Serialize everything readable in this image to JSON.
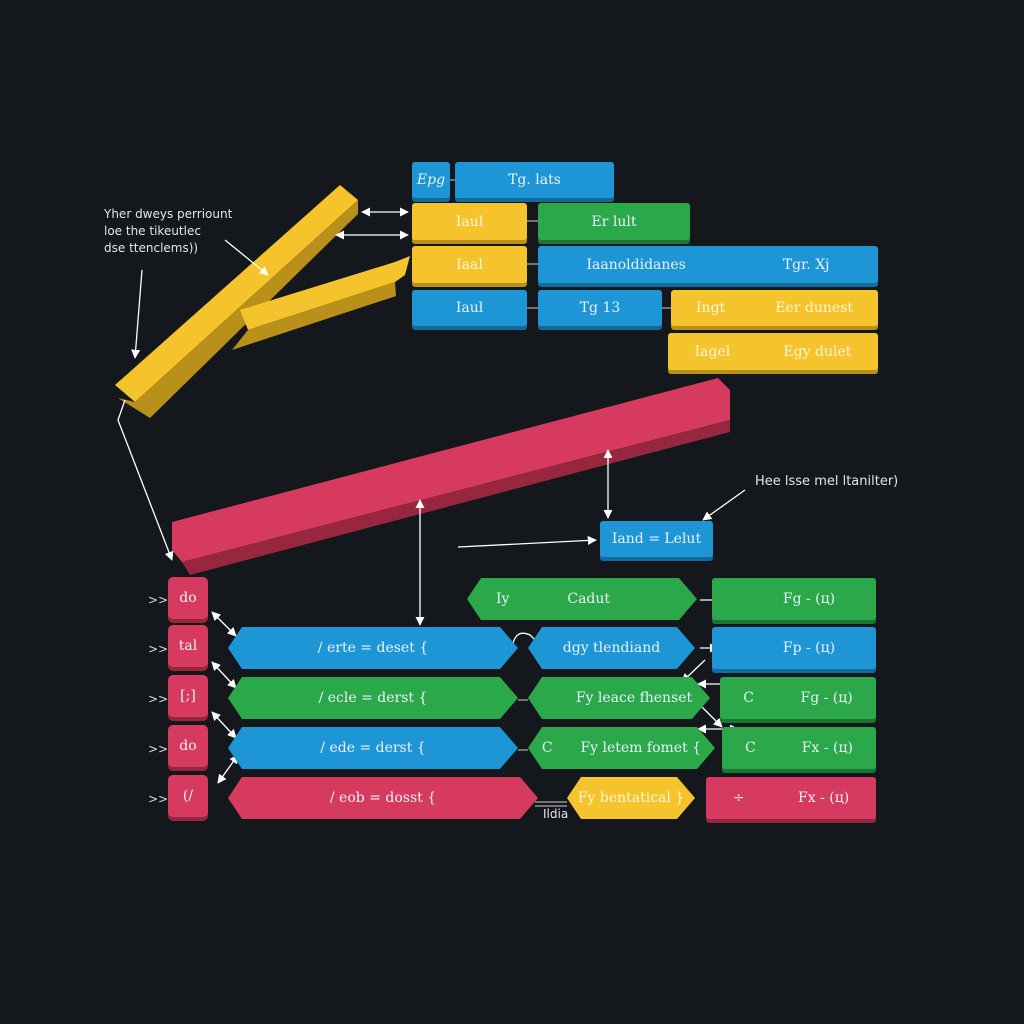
{
  "colors": {
    "background": "#14171c",
    "blue": "#1e96d6",
    "yellow": "#f5c42c",
    "green": "#2aa84a",
    "red": "#d63a5e"
  },
  "notes": {
    "top_left": [
      "Yher dweys perriount",
      "loe the tikeutlec",
      "dse ttenclems))"
    ],
    "right": "Hee lsse mel ltanilter)",
    "bottom_label": "Ildia"
  },
  "top": {
    "header_small": "Epg",
    "header": "Tg. lats",
    "r2_left": "Iaul",
    "r2_right": "Er lult",
    "r3_left": "Iaal",
    "r3_mid": "Iaanoldidanes",
    "r3_right": "Tgr. Xj",
    "r4_left": "Iaul",
    "r4_mid": "Tg 13",
    "r4_right_a": "Ingt",
    "r4_right_b": "Eer dunest",
    "r5_a": "Iagel",
    "r5_b": "Egy dulet",
    "r6": "Egy dulet"
  },
  "center_box": "Iand = Lelut",
  "rows": [
    {
      "chev": ">>",
      "sq": "do",
      "a": "",
      "b_lead": "Iy",
      "b": "Cadut",
      "c": "Fg - (ц)"
    },
    {
      "chev": ">>",
      "sq": "tal",
      "a": "/ erte = deset {",
      "b_lead": "",
      "b": "dgy tlendiand",
      "c": "Fp - (ц)"
    },
    {
      "chev": ">>",
      "sq": "[;]",
      "a": "/ ecle = derst {",
      "b_lead": "",
      "b": "Fy leace fhenset",
      "c": "Fg - (ц)",
      "c_lead": "C"
    },
    {
      "chev": ">>",
      "sq": "do",
      "a": "/ ede = derst {",
      "b_lead": "C",
      "b": "Fy letem fomet {",
      "c": "Fx - (ц)",
      "c_lead": "C"
    },
    {
      "chev": ">>",
      "sq": "(/",
      "a": "/ eob = dosst {",
      "b_lead": "",
      "b": "Fy bentatical }",
      "c": "Fx - (ц)",
      "c_lead": "÷"
    }
  ]
}
